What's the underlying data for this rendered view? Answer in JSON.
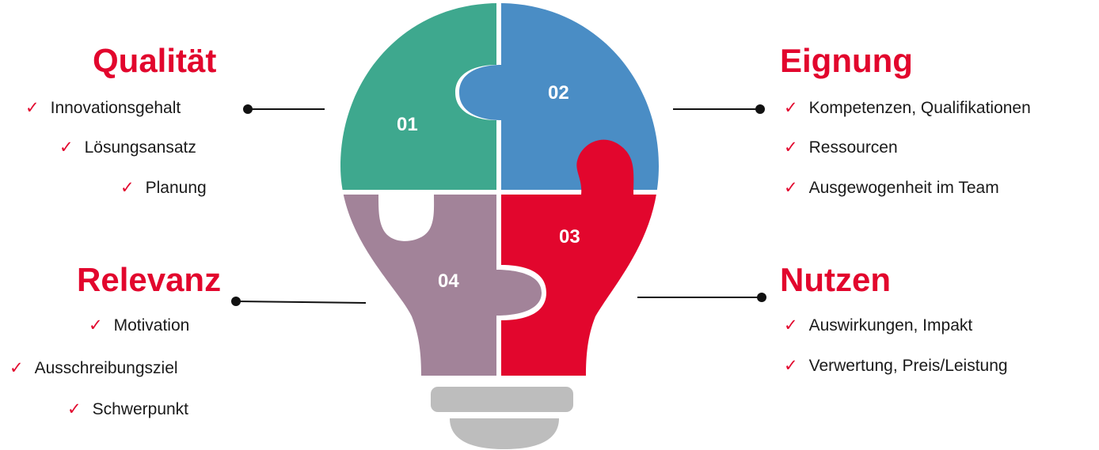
{
  "sections": {
    "qualitaet": {
      "title": "Qualität",
      "items": [
        "Innovationsgehalt",
        "Lösungsansatz",
        "Planung"
      ]
    },
    "eignung": {
      "title": "Eignung",
      "items": [
        "Kompetenzen, Qualifikationen",
        "Ressourcen",
        "Ausgewogenheit im Team"
      ]
    },
    "relevanz": {
      "title": "Relevanz",
      "items": [
        "Motivation",
        "Ausschreibungsziel",
        "Schwerpunkt"
      ]
    },
    "nutzen": {
      "title": "Nutzen",
      "items": [
        "Auswirkungen, Impakt",
        "Verwertung, Preis/Leistung"
      ]
    }
  },
  "pieces": {
    "p1": "01",
    "p2": "02",
    "p3": "03",
    "p4": "04"
  },
  "check_glyph": "✓",
  "colors": {
    "accent": "#e2062d",
    "piece1": "#3ea88e",
    "piece2": "#4a8dc5",
    "piece3": "#e2062d",
    "piece4": "#a28399",
    "base": "#bdbdbd"
  }
}
